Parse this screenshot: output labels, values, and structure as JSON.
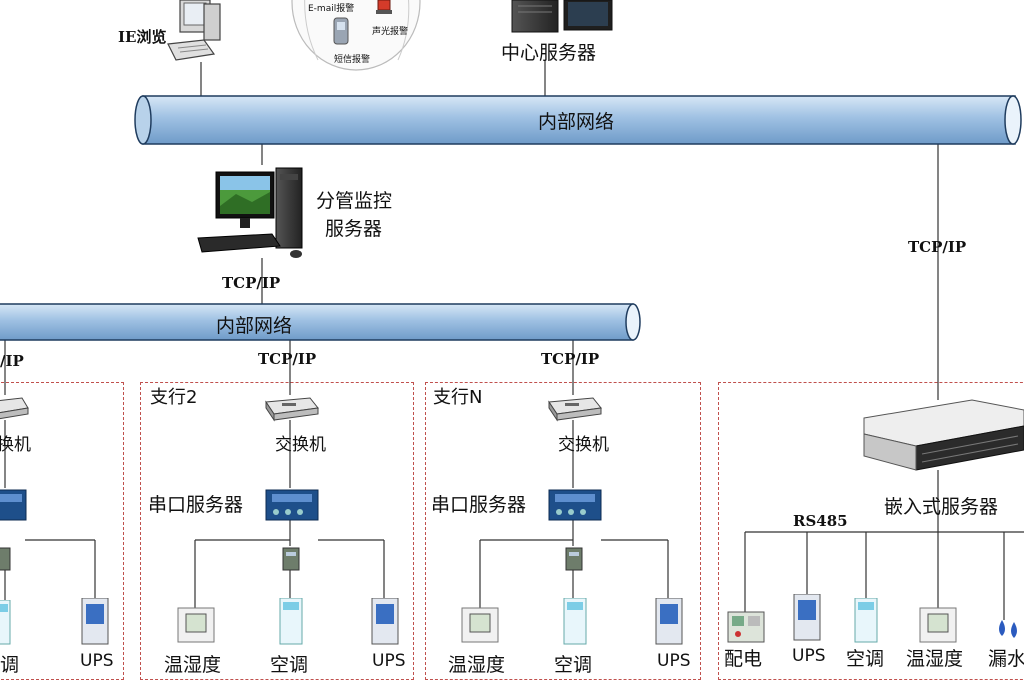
{
  "top": {
    "ie_label": "IE浏览",
    "alarm_email": "E-mail报警",
    "alarm_sound": "声光报警",
    "alarm_sms": "短信报警",
    "center_server": "中心服务器"
  },
  "networks": {
    "upper_label": "内部网络",
    "lower_label": "内部网络"
  },
  "branch_server": {
    "line1": "分管监控",
    "line2": "服务器"
  },
  "protocols": {
    "tcpip": "TCP/IP",
    "tcpip_partial": "/IP",
    "rs485": "RS485"
  },
  "groups": [
    {
      "title": "",
      "switch": "交换机",
      "serial": "",
      "devices": [
        "调",
        "UPS"
      ]
    },
    {
      "title": "支行2",
      "switch": "交换机",
      "serial": "串口服务器",
      "devices": [
        "温湿度",
        "空调",
        "UPS"
      ]
    },
    {
      "title": "支行N",
      "switch": "交换机",
      "serial": "串口服务器",
      "devices": [
        "温湿度",
        "空调",
        "UPS"
      ]
    },
    {
      "title": "",
      "embedded": "嵌入式服务器",
      "devices": [
        "配电",
        "UPS",
        "空调",
        "温湿度",
        "漏水"
      ]
    }
  ],
  "partial_labels": {
    "left_switch": "交换机"
  },
  "colors": {
    "pipe_fill": "#a9c8e6",
    "pipe_dark": "#5b87b8",
    "dashed_border": "#c0504d",
    "device_blue": "#3a6fc2"
  }
}
